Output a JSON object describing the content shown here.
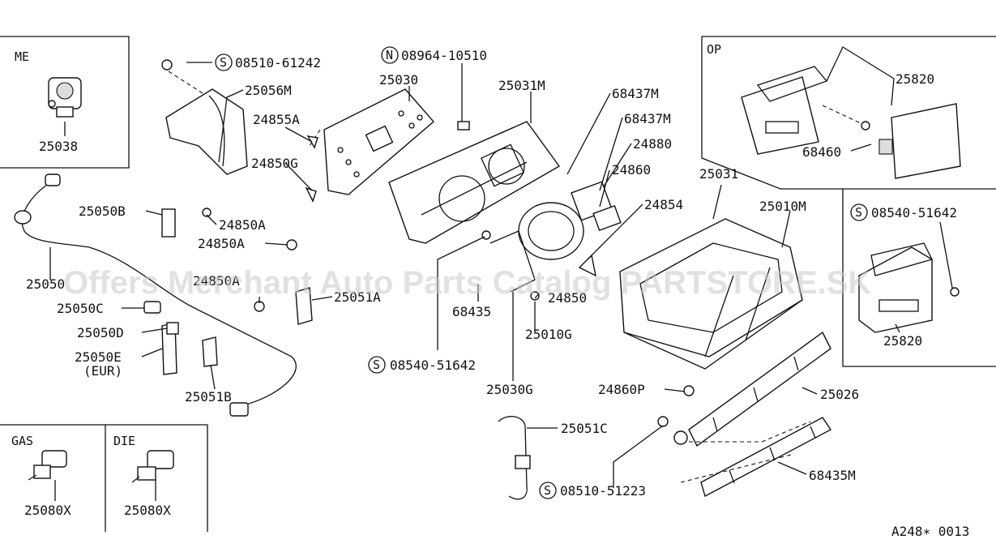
{
  "sections": {
    "me": "ME",
    "op": "OP",
    "gas": "GAS",
    "die": "DIE"
  },
  "watermark": "Offers Merchant Auto Parts Catalog PARTSTORE.SK",
  "footer_code": "A248∗ 0013",
  "circle_marks": {
    "s": "S",
    "n": "N"
  },
  "labels": {
    "p25038": "25038",
    "p08510_61242": "08510-61242",
    "p25056M": "25056M",
    "p24855A": "24855A",
    "p24850G": "24850G",
    "p08964_10510": "08964-10510",
    "p25030": "25030",
    "p25031M": "25031M",
    "p68437M_a": "68437M",
    "p68437M_b": "68437M",
    "p24880": "24880",
    "p24860": "24860",
    "p25820_a": "25820",
    "p68460": "68460",
    "p25031": "25031",
    "p24854": "24854",
    "p25010M": "25010M",
    "p08540_51642_a": "08540-51642",
    "p25820_b": "25820",
    "p25050B": "25050B",
    "p24850A_a": "24850A",
    "p24850A_b": "24850A",
    "p25050": "25050",
    "p24850A_c": "24850A",
    "p25051A": "25051A",
    "p25050C": "25050C",
    "p25050D": "25050D",
    "p25050E": "25050E",
    "p_eur": "(EUR)",
    "p25051B": "25051B",
    "p68435": "68435",
    "p24850": "24850",
    "p25010G": "25010G",
    "p08540_51642_b": "08540-51642",
    "p25030G": "25030G",
    "p24860P": "24860P",
    "p25026": "25026",
    "p25051C": "25051C",
    "p08510_51223": "08510-51223",
    "p68435M": "68435M",
    "p25080X_a": "25080X",
    "p25080X_b": "25080X"
  }
}
